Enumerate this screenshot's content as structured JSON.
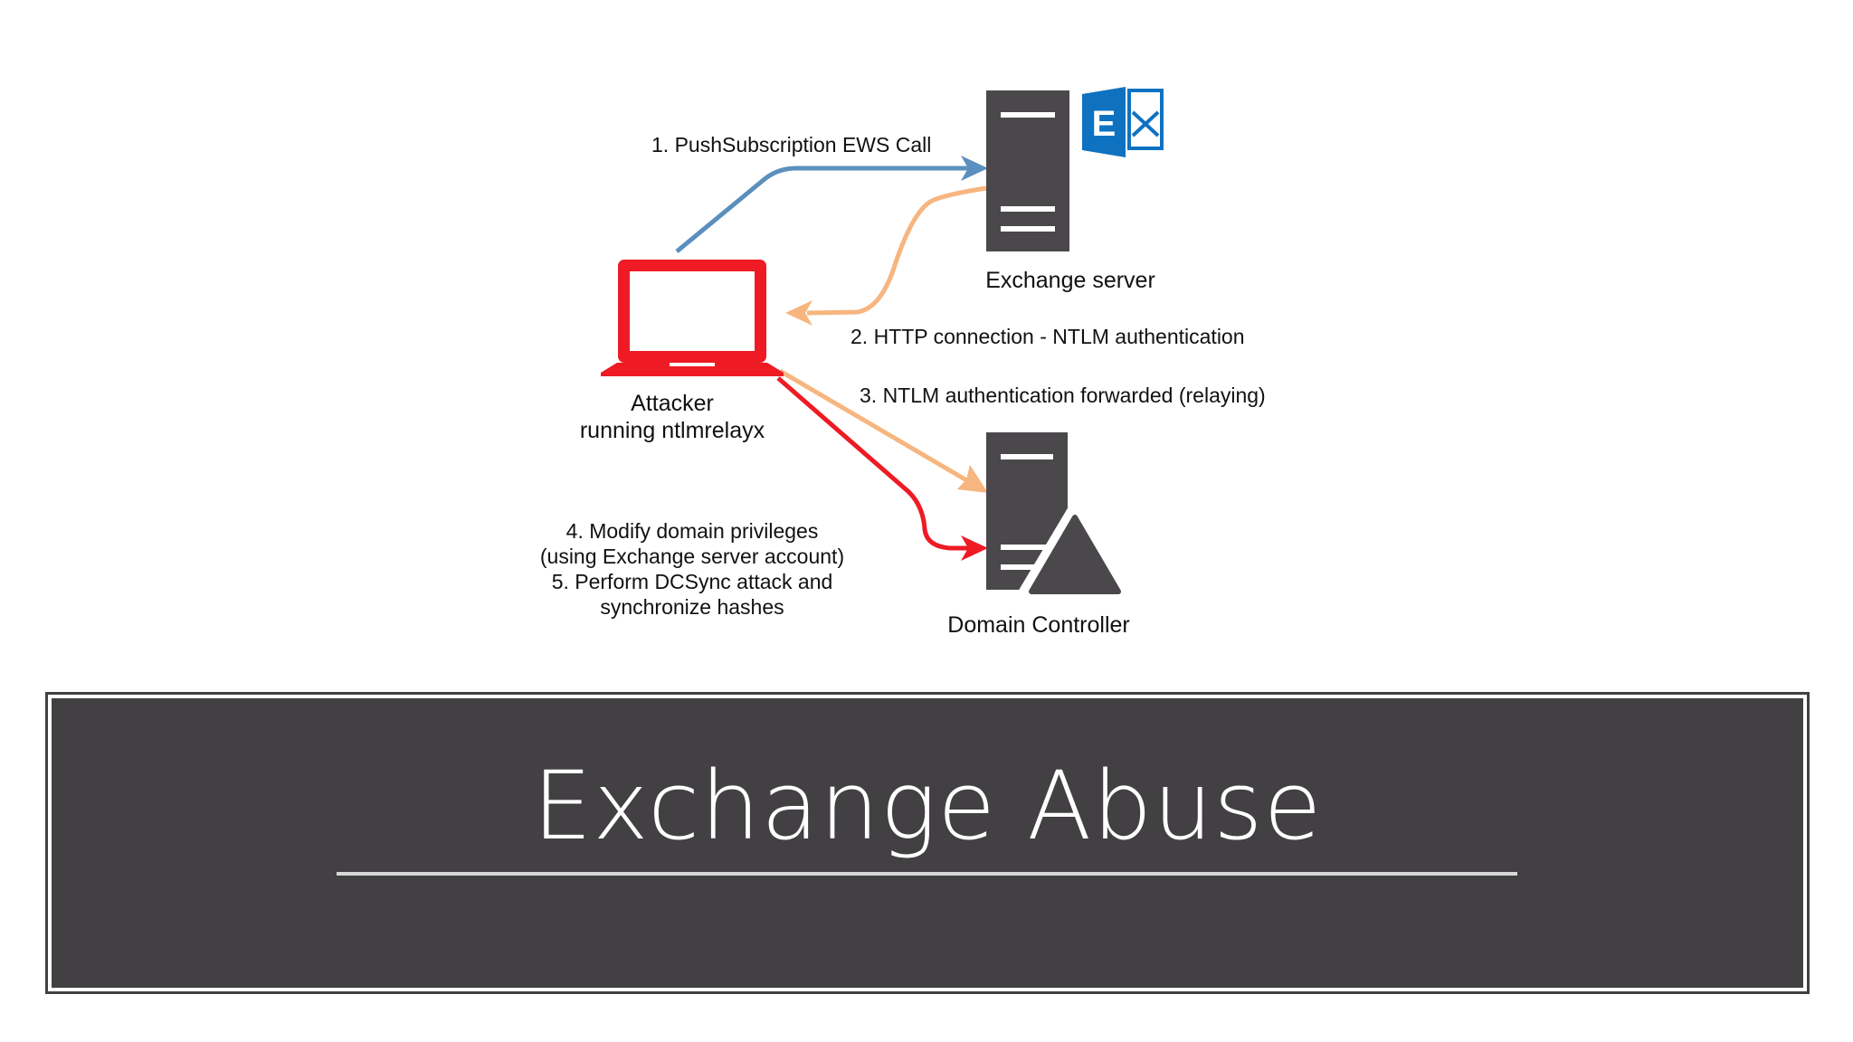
{
  "diagram": {
    "nodes": {
      "attacker": {
        "label_line1": "Attacker",
        "label_line2": "running ntlmrelayx",
        "icon": "laptop-icon",
        "color": "#ee1b24"
      },
      "exchange": {
        "label": "Exchange server",
        "icon": "server-icon",
        "logo_letter": "E",
        "logo_color": "#0f72c1"
      },
      "dc": {
        "label": "Domain Controller",
        "icon": "server-icon",
        "badge_icon": "triangle-icon"
      }
    },
    "steps": {
      "step1": "1. PushSubscription EWS Call",
      "step2": "2. HTTP connection - NTLM authentication",
      "step3": "3. NTLM authentication forwarded (relaying)",
      "step45_line1": "4. Modify domain privileges",
      "step45_line2": "(using Exchange server account)",
      "step45_line3": "5. Perform DCSync attack and",
      "step45_line4": "synchronize hashes"
    },
    "colors": {
      "server": "#4a484b",
      "arrow_blue": "#5b8fbd",
      "arrow_orange": "#f7b57f",
      "arrow_red": "#ee1b24"
    }
  },
  "title": {
    "text": "Exchange Abuse",
    "panel_color": "#424043"
  }
}
